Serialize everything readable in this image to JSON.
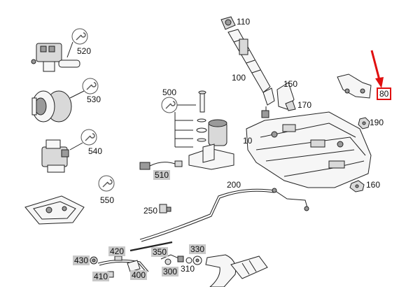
{
  "labels": {
    "p110": "110",
    "p100": "100",
    "p150": "150",
    "p170": "170",
    "p80": "80",
    "p190": "190",
    "p10": "10",
    "p160": "160",
    "p200": "200",
    "p250": "250",
    "p500": "500",
    "p510": "510",
    "p520": "520",
    "p530": "530",
    "p540": "540",
    "p550": "550",
    "p420": "420",
    "p350": "350",
    "p430": "430",
    "p400": "400",
    "p410": "410",
    "p330": "330",
    "p300": "300",
    "p310": "310"
  },
  "colors": {
    "highlight_box": "#e01010",
    "arrow": "#e01010",
    "label_shading": "#c8c8c8"
  },
  "icons": {
    "wrench": "wrench-icon"
  }
}
